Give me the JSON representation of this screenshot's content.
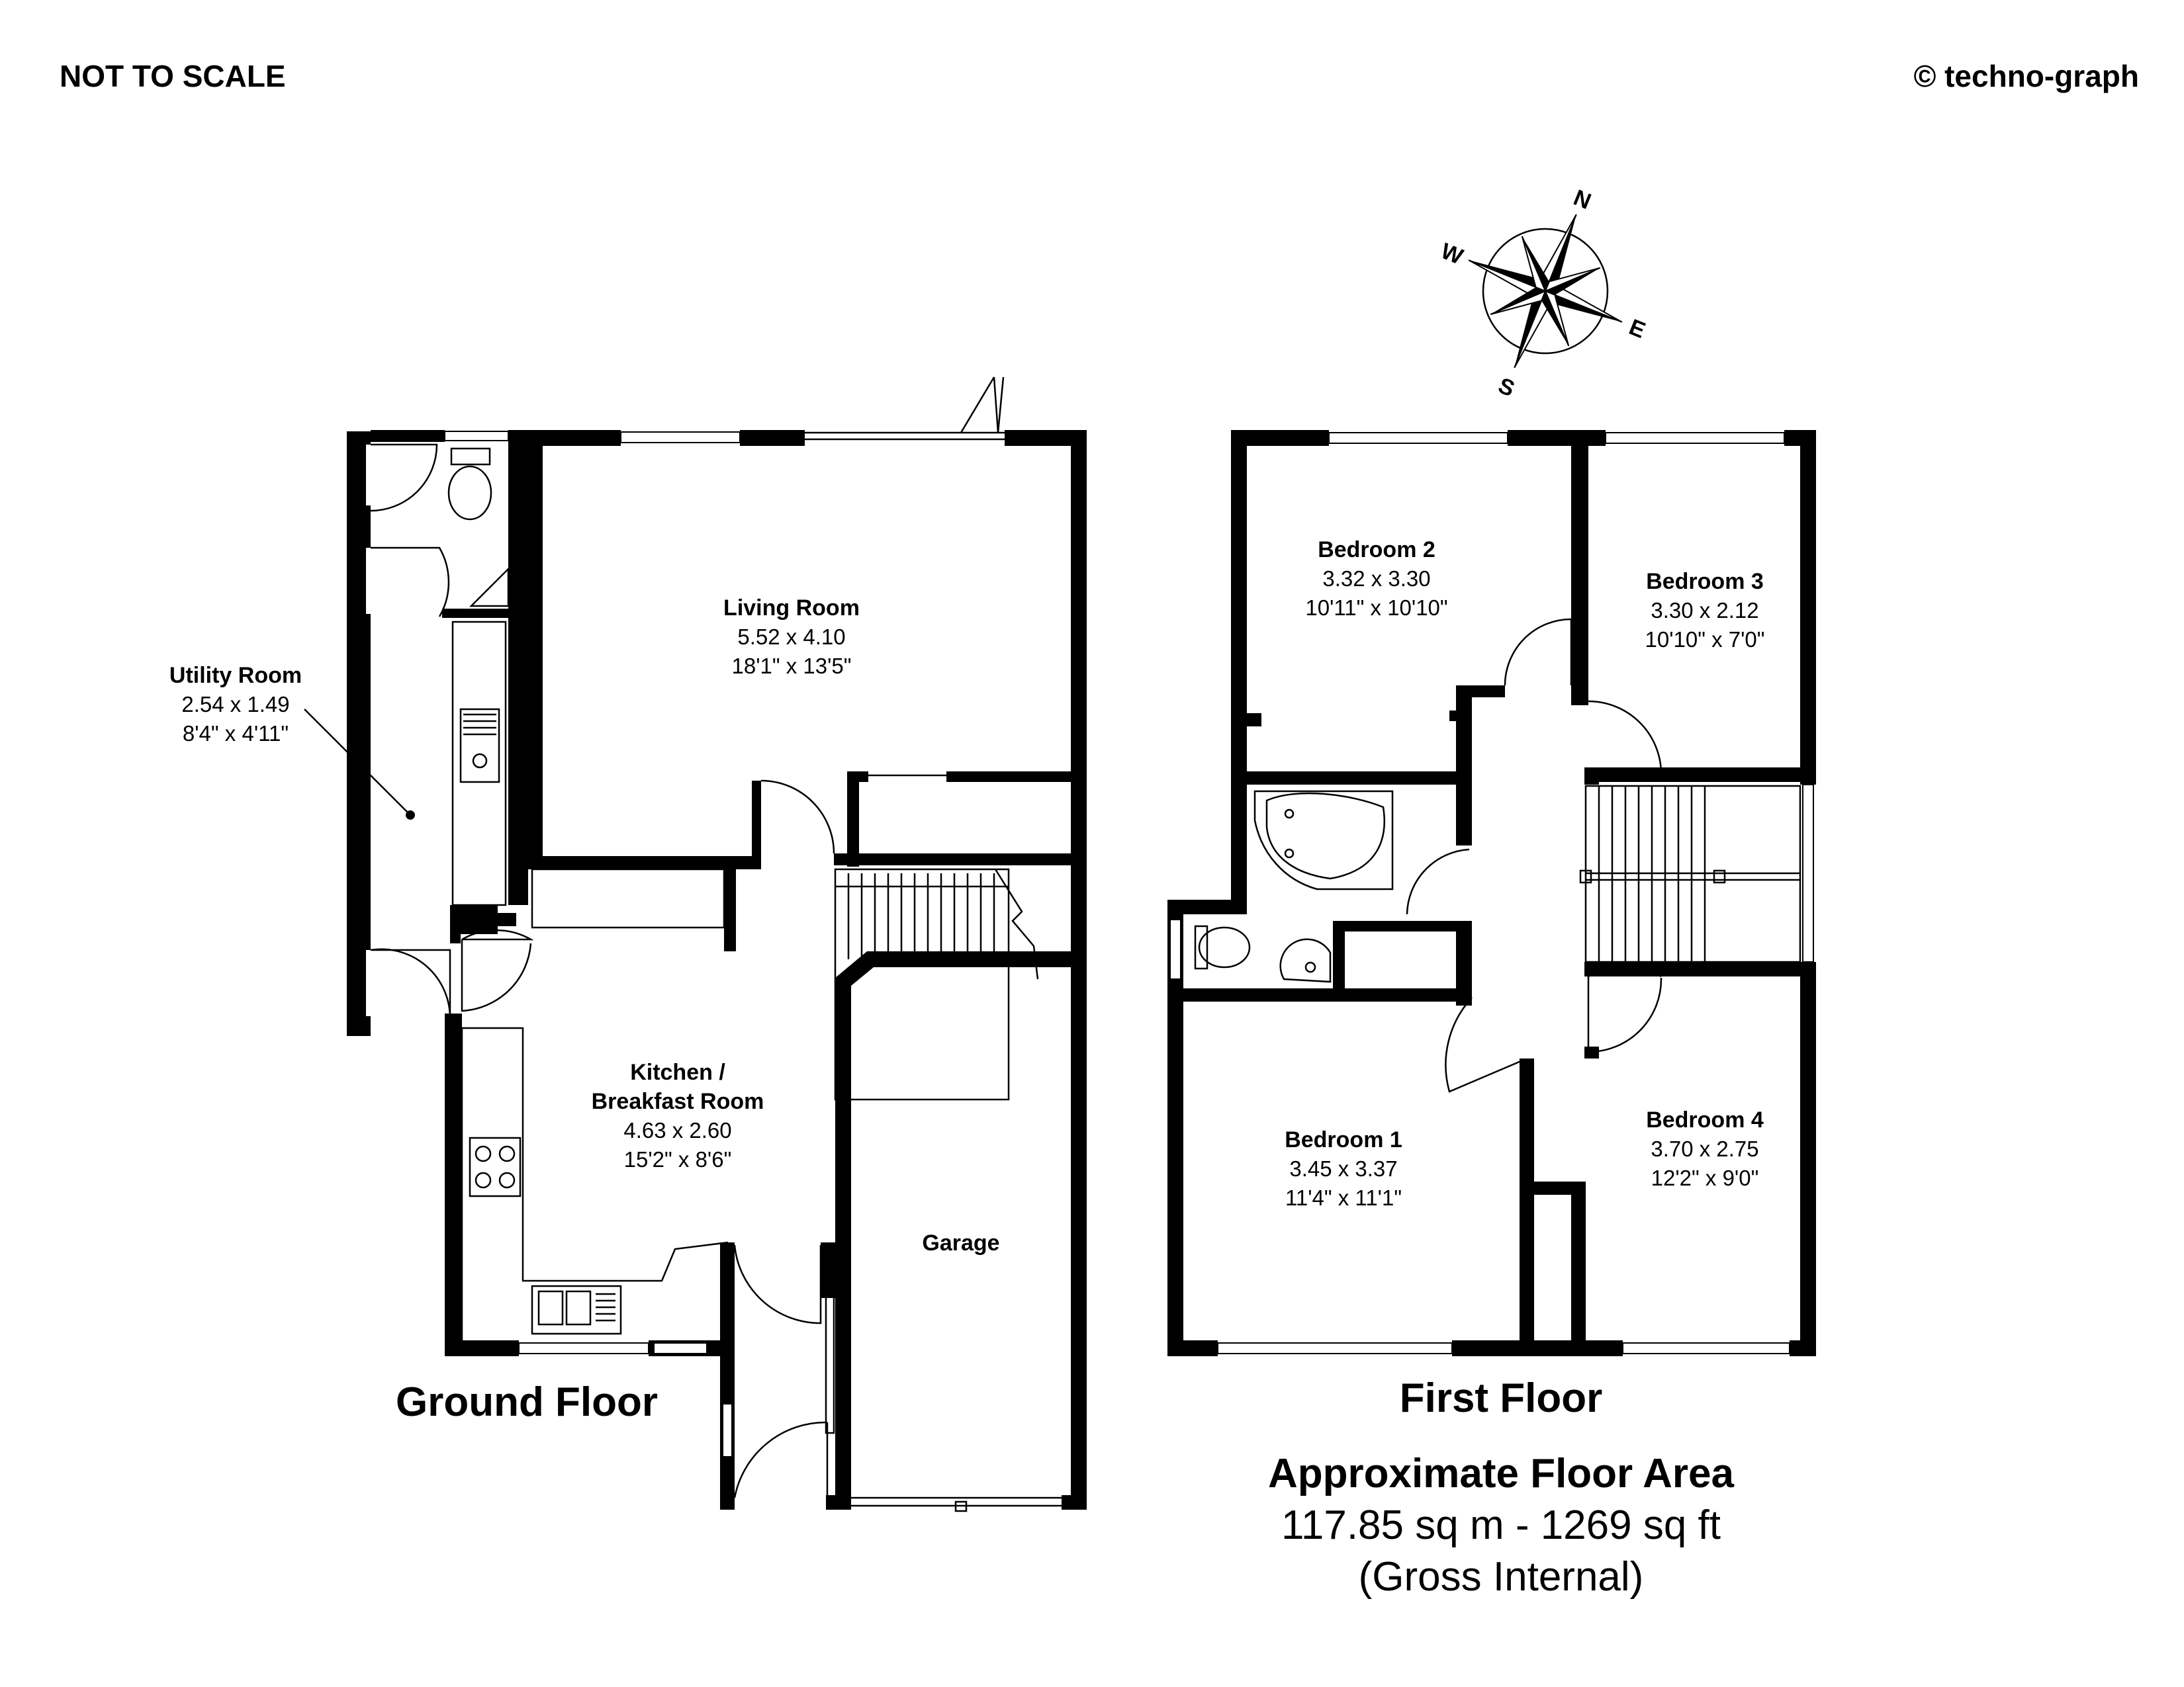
{
  "header": {
    "scale_note": "NOT TO SCALE",
    "copyright": "© techno-graph"
  },
  "compass": {
    "n": "N",
    "e": "E",
    "s": "S",
    "w": "W"
  },
  "ground_floor": {
    "title": "Ground Floor",
    "rooms": {
      "utility": {
        "name": "Utility Room",
        "metric": "2.54 x 1.49",
        "imperial": "8'4\" x 4'11\""
      },
      "living": {
        "name": "Living Room",
        "metric": "5.52 x 4.10",
        "imperial": "18'1\" x 13'5\""
      },
      "kitchen": {
        "name_line1": "Kitchen /",
        "name_line2": "Breakfast Room",
        "metric": "4.63 x 2.60",
        "imperial": "15'2\" x 8'6\""
      },
      "garage": {
        "name": "Garage"
      }
    }
  },
  "first_floor": {
    "title": "First Floor",
    "rooms": {
      "bedroom2": {
        "name": "Bedroom 2",
        "metric": "3.32 x 3.30",
        "imperial": "10'11\" x 10'10\""
      },
      "bedroom3": {
        "name": "Bedroom 3",
        "metric": "3.30 x 2.12",
        "imperial": "10'10\" x 7'0\""
      },
      "bedroom1": {
        "name": "Bedroom 1",
        "metric": "3.45 x 3.37",
        "imperial": "11'4\" x 11'1\""
      },
      "bedroom4": {
        "name": "Bedroom 4",
        "metric": "3.70 x 2.75",
        "imperial": "12'2\" x 9'0\""
      }
    }
  },
  "area": {
    "title": "Approximate Floor Area",
    "value": "117.85 sq m - 1269 sq ft",
    "note": "(Gross Internal)"
  }
}
